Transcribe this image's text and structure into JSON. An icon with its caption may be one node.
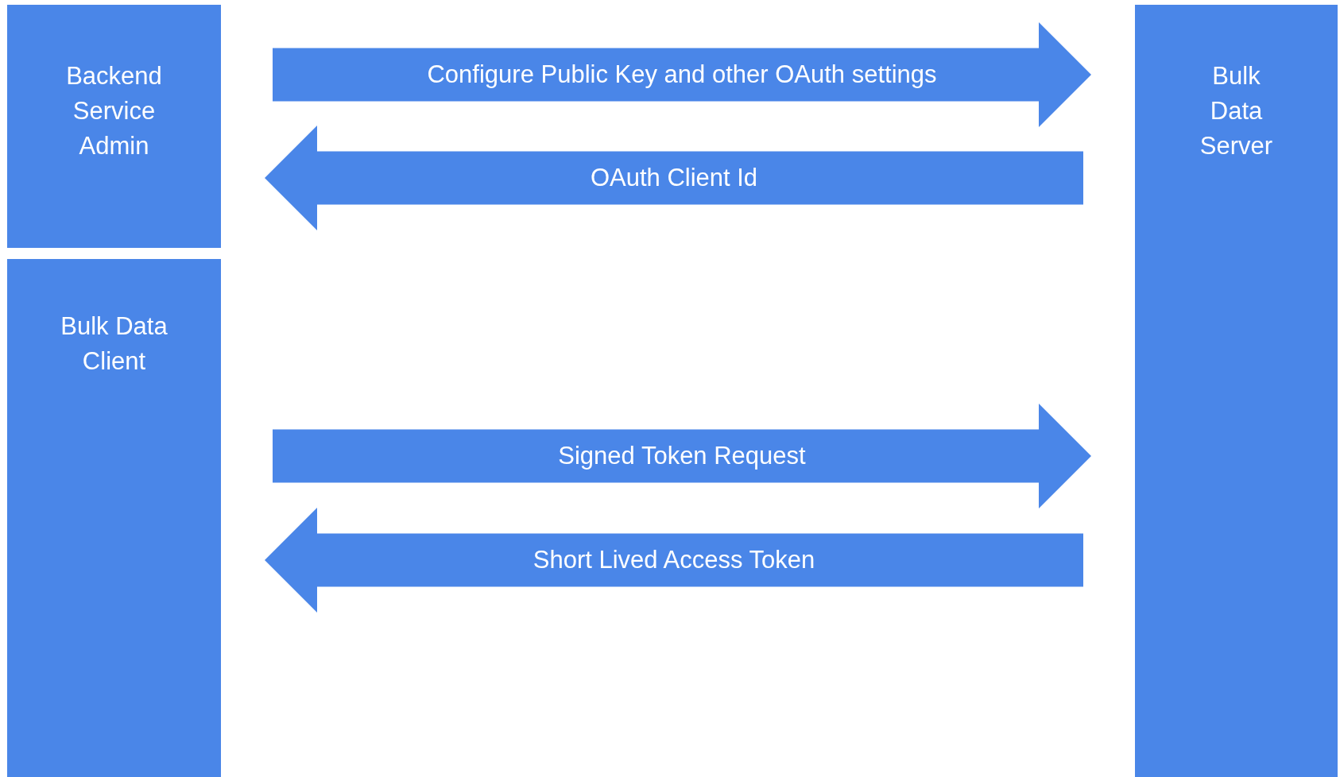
{
  "diagram": {
    "nodes": [
      {
        "text": [
          "Backend Service Admin"
        ]
      },
      {
        "text": [
          "Bulk Data Client"
        ]
      },
      {
        "text": [
          "Bulk Data Server"
        ]
      }
    ],
    "edges": [
      {
        "from": 0,
        "to": 2,
        "arrow": "to",
        "label": "Configure Public Key and other OAuth settings"
      },
      {
        "from": 2,
        "to": 0,
        "arrow": "to",
        "label": "OAuth Client Id"
      },
      {
        "from": 1,
        "to": 2,
        "arrow": "to",
        "label": "Signed Token Request"
      },
      {
        "from": 2,
        "to": 1,
        "arrow": "to",
        "label": "Short Lived Access Token"
      }
    ]
  }
}
